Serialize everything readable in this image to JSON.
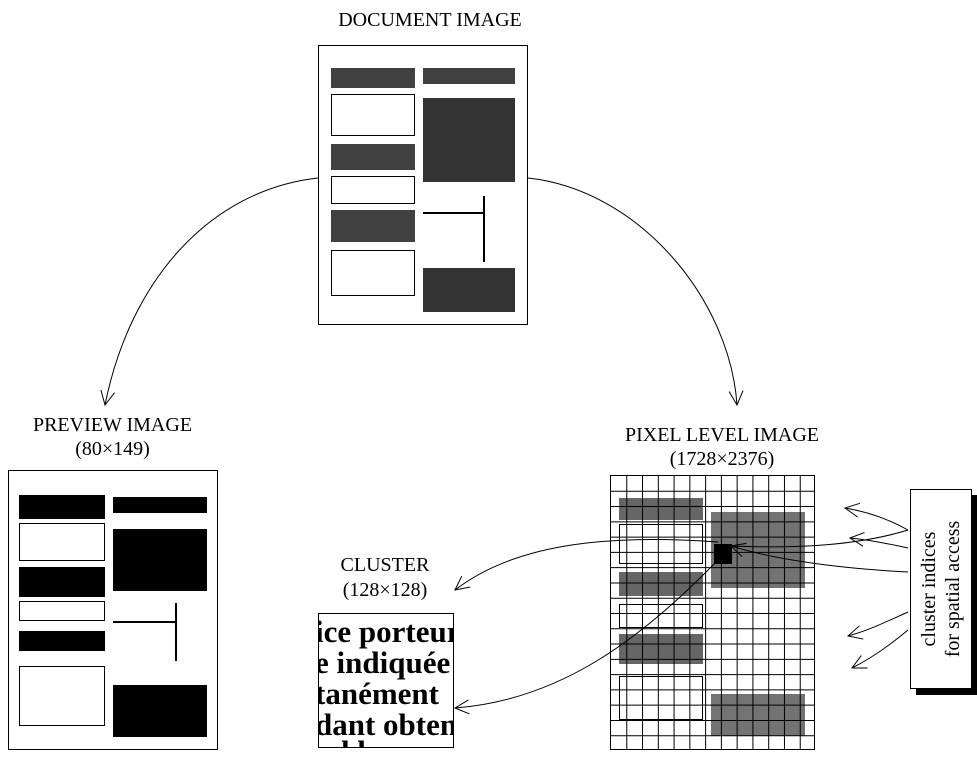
{
  "labels": {
    "document_image": "DOCUMENT IMAGE",
    "preview_image": "PREVIEW IMAGE",
    "preview_size": "(80×149)",
    "pixel_level_image": "PIXEL LEVEL IMAGE",
    "pixel_size": "(1728×2376)",
    "cluster": "CLUSTER",
    "cluster_size": "(128×128)",
    "cluster_indices_line1": "cluster indices",
    "cluster_indices_line2": "for spatial access"
  },
  "cluster_sample_text": [
    "ice porteur",
    "e indiquée",
    "tanément",
    "dant obten",
    "nd la norm"
  ],
  "grid": {
    "columns": 13,
    "rows": 18
  }
}
